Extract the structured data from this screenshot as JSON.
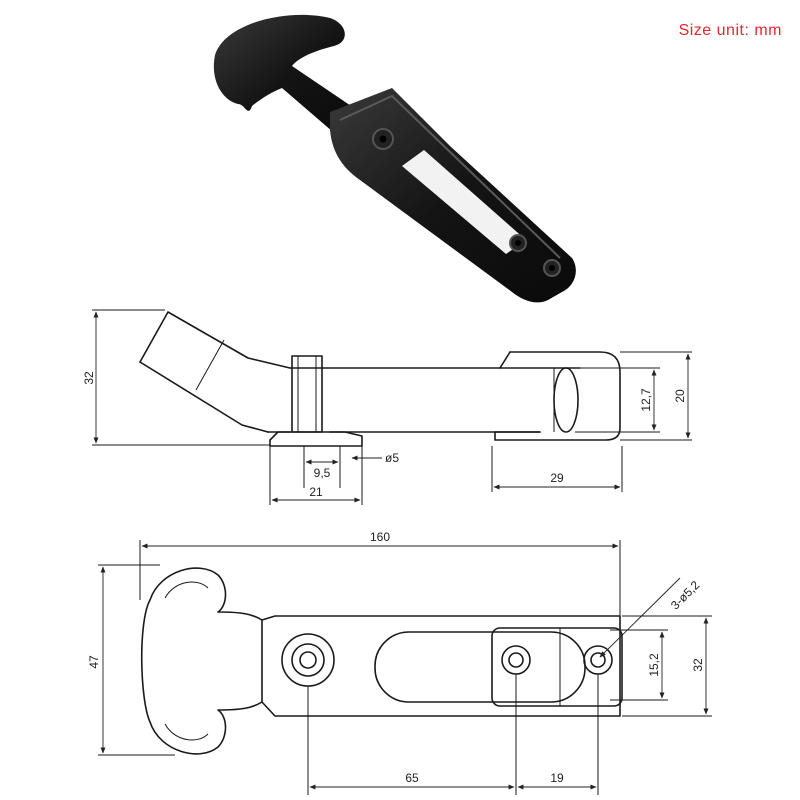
{
  "unit_label": "Size unit: mm",
  "side_view": {
    "height": "32",
    "hole_diameter": "ø5",
    "hole_offset": "9,5",
    "bracket_width": "21",
    "end_width": "29",
    "end_inner_height": "12,7",
    "end_height": "20"
  },
  "top_view": {
    "length": "160",
    "hole_spec": "3-ø5,2",
    "hook_height": "47",
    "body_height": "32",
    "slot_height": "15,2",
    "dist_65": "65",
    "dist_19": "19"
  }
}
